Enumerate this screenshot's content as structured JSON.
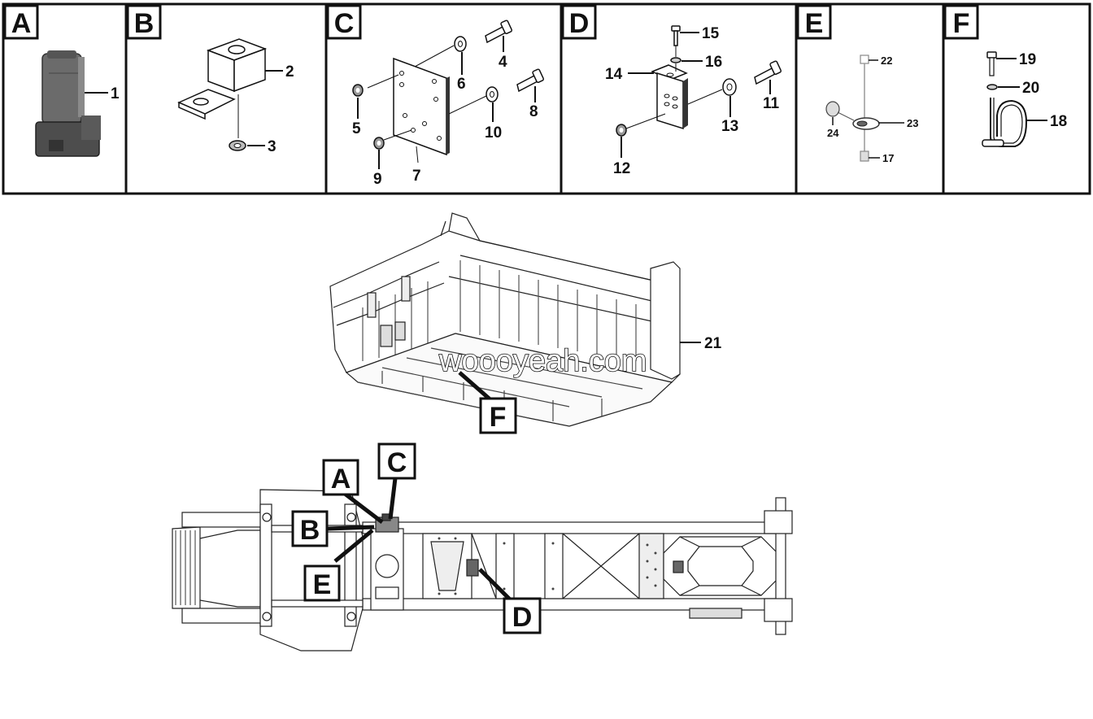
{
  "panels": [
    {
      "letter": "A"
    },
    {
      "letter": "B"
    },
    {
      "letter": "C"
    },
    {
      "letter": "D"
    },
    {
      "letter": "E"
    },
    {
      "letter": "F"
    }
  ],
  "part_numbers": {
    "p1": "1",
    "p2": "2",
    "p3": "3",
    "p4": "4",
    "p5": "5",
    "p6": "6",
    "p7": "7",
    "p8": "8",
    "p9": "9",
    "p10": "10",
    "p11": "11",
    "p12": "12",
    "p13": "13",
    "p14": "14",
    "p15": "15",
    "p16": "16",
    "p17": "17",
    "p18": "18",
    "p19": "19",
    "p20": "20",
    "p21": "21",
    "p22": "22",
    "p23": "23",
    "p24": "24"
  },
  "callouts": {
    "a": "A",
    "b": "B",
    "c": "C",
    "d": "D",
    "e": "E",
    "f": "F"
  },
  "watermark": "woooyeah.com"
}
